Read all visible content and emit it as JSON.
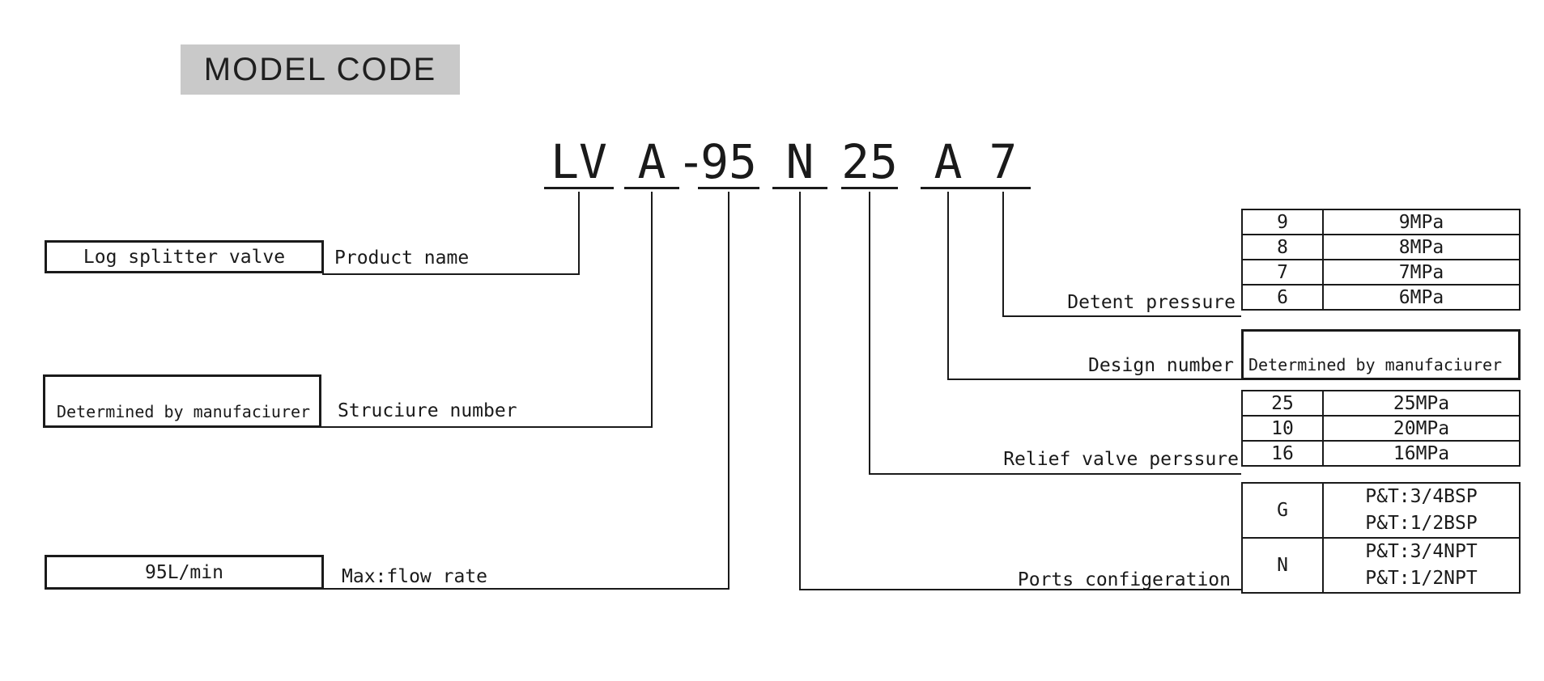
{
  "title": "MODEL CODE",
  "model_code": {
    "full": "LV A-95 N 25 A 7",
    "segments": [
      "LV",
      "A",
      "-",
      "95",
      "N",
      "25",
      "A",
      "7"
    ]
  },
  "product": {
    "box": "Log splitter valve",
    "label": "Product name"
  },
  "structure": {
    "box": "Determined by manufaciurer",
    "label": "Struciure number"
  },
  "flow": {
    "box": "95L/min",
    "label": "Max:flow rate"
  },
  "detent": {
    "label": "Detent pressure",
    "rows": [
      [
        "9",
        "9MPa"
      ],
      [
        "8",
        "8MPa"
      ],
      [
        "7",
        "7MPa"
      ],
      [
        "6",
        "6MPa"
      ]
    ]
  },
  "design": {
    "label": "Design number",
    "box": "Determined by manufaciurer"
  },
  "relief": {
    "label": "Relief valve perssure",
    "rows": [
      [
        "25",
        "25MPa"
      ],
      [
        "10",
        "20MPa"
      ],
      [
        "16",
        "16MPa"
      ]
    ]
  },
  "ports": {
    "label": "Ports configeration",
    "groups": [
      {
        "key": "G",
        "values": [
          "P&T:3/4BSP",
          "P&T:1/2BSP"
        ]
      },
      {
        "key": "N",
        "values": [
          "P&T:3/4NPT",
          "P&T:1/2NPT"
        ]
      }
    ]
  },
  "colors": {
    "line": "#1a1a1a",
    "title_bg": "#c9c9c9",
    "background": "#ffffff"
  }
}
